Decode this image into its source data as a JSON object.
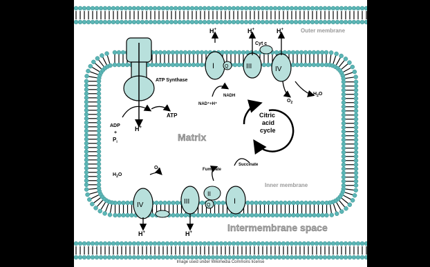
{
  "labels": {
    "outer_membrane": "Outer membrane",
    "inner_membrane": "Inner membrane",
    "matrix": "Matrix",
    "intermembrane_space": "Intermembrane space",
    "atp_synthase": "ATP Synthase",
    "nad": "NAD⁺+H⁺",
    "nadh": "NADH",
    "adp": "ADP",
    "plus": "+",
    "pi": "P",
    "pi_sub": "i",
    "atp": "ATP",
    "cyt_c": "Cyt c",
    "o2": "O",
    "o2_sub": "2",
    "h2o": "H",
    "h2o_tail": "O",
    "h2o_sub": "2",
    "fumarate": "Fumarate",
    "succinate": "Succinate",
    "citric": "Citric",
    "acid": "acid",
    "cycle": "cycle",
    "h": "H",
    "h_sup": "+",
    "complex_I": "I",
    "complex_II": "II",
    "complex_III": "III",
    "complex_IV": "IV",
    "q": "Q"
  },
  "credit": "Image used under Wikimedia Commons license",
  "colors": {
    "membrane_head": "#5bb5b5",
    "membrane_head_dark": "#3a8f8f",
    "protein": "#b8e0dc",
    "stroke": "#000000",
    "label_grey": "#888888"
  }
}
